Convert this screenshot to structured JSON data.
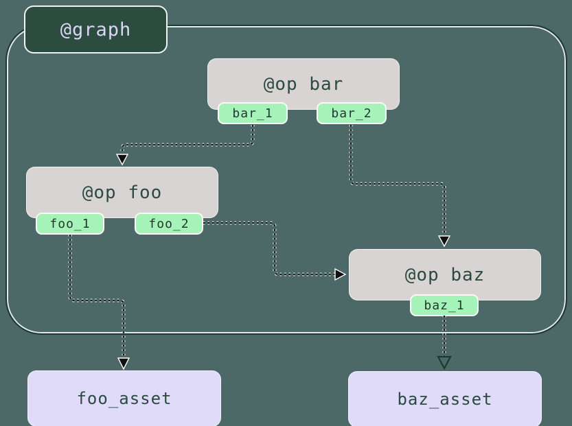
{
  "diagram": {
    "graph_label": "@graph",
    "nodes": [
      {
        "id": "bar",
        "label": "@op bar",
        "outputs": [
          "bar_1",
          "bar_2"
        ]
      },
      {
        "id": "foo",
        "label": "@op foo",
        "outputs": [
          "foo_1",
          "foo_2"
        ]
      },
      {
        "id": "baz",
        "label": "@op baz",
        "outputs": [
          "baz_1"
        ]
      }
    ],
    "assets": [
      {
        "id": "foo_asset",
        "label": "foo_asset"
      },
      {
        "id": "baz_asset",
        "label": "baz_asset"
      }
    ],
    "edges": [
      {
        "from": "bar_1",
        "to": "op foo",
        "arrow": "filled"
      },
      {
        "from": "bar_2",
        "to": "op baz",
        "arrow": "filled"
      },
      {
        "from": "foo_2",
        "to": "op baz",
        "arrow": "filled"
      },
      {
        "from": "foo_1",
        "to": "foo_asset",
        "arrow": "filled"
      },
      {
        "from": "baz_1",
        "to": "baz_asset",
        "arrow": "hollow"
      }
    ],
    "colors": {
      "background": "#4C6968",
      "container_border": "#1C3A31",
      "graph_fill": "#2C4C40",
      "graph_text": "#DAD6F4",
      "op_fill": "#D7D4D3",
      "op_text": "#2C4A42",
      "output_fill": "#A6F3BA",
      "output_text": "#20392F",
      "asset_fill": "#DFDBF8",
      "asset_text": "#2C4A42",
      "edge_color": "#101010"
    }
  }
}
